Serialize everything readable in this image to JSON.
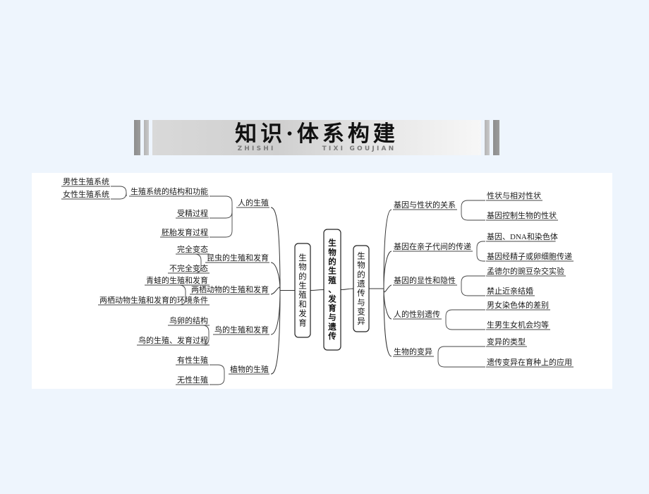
{
  "page": {
    "background_color": "#eef5fd",
    "panel_color": "#ffffff"
  },
  "banner": {
    "title": "知识·体系构建",
    "pinyin_left": "ZHISHI",
    "pinyin_right": "TIXI GOUJIAN",
    "accent_color": "#8d8d8d"
  },
  "center_nodes": {
    "left": "生物的生殖和发育",
    "middle": "生物的生殖、发育与遗传",
    "right": "生物的遗传与变异"
  },
  "left_groups": [
    {
      "parent": "人的生殖",
      "children": [
        {
          "label": "生殖系统的结构和功能",
          "sub": [
            "男性生殖系统",
            "女性生殖系统"
          ]
        },
        {
          "label": "受精过程",
          "sub": []
        },
        {
          "label": "胚胎发育过程",
          "sub": []
        }
      ]
    },
    {
      "parent": "昆虫的生殖和发育",
      "children": [
        {
          "label": "完全变态",
          "sub": []
        },
        {
          "label": "不完全变态",
          "sub": []
        }
      ]
    },
    {
      "parent": "两栖动物的生殖和发育",
      "children": [
        {
          "label": "青蛙的生殖和发育",
          "sub": []
        },
        {
          "label": "两栖动物生殖和发育的环境条件",
          "sub": []
        }
      ]
    },
    {
      "parent": "鸟的生殖和发育",
      "children": [
        {
          "label": "鸟卵的结构",
          "sub": []
        },
        {
          "label": "鸟的生殖、发育过程",
          "sub": []
        }
      ]
    },
    {
      "parent": "植物的生殖",
      "children": [
        {
          "label": "有性生殖",
          "sub": []
        },
        {
          "label": "无性生殖",
          "sub": []
        }
      ]
    }
  ],
  "right_groups": [
    {
      "parent": "基因与性状的关系",
      "children": [
        "性状与相对性状",
        "基因控制生物的性状"
      ]
    },
    {
      "parent": "基因在亲子代间的传递",
      "children": [
        "基因、DNA和染色体",
        "基因经精子或卵细胞传递"
      ]
    },
    {
      "parent": "基因的显性和隐性",
      "children": [
        "孟德尔的豌豆杂交实验",
        "禁止近亲结婚"
      ]
    },
    {
      "parent": "人的性别遗传",
      "children": [
        "男女染色体的差别",
        "生男生女机会均等"
      ]
    },
    {
      "parent": "生物的变异",
      "children": [
        "变异的类型",
        "遗传变异在育种上的应用"
      ]
    }
  ]
}
